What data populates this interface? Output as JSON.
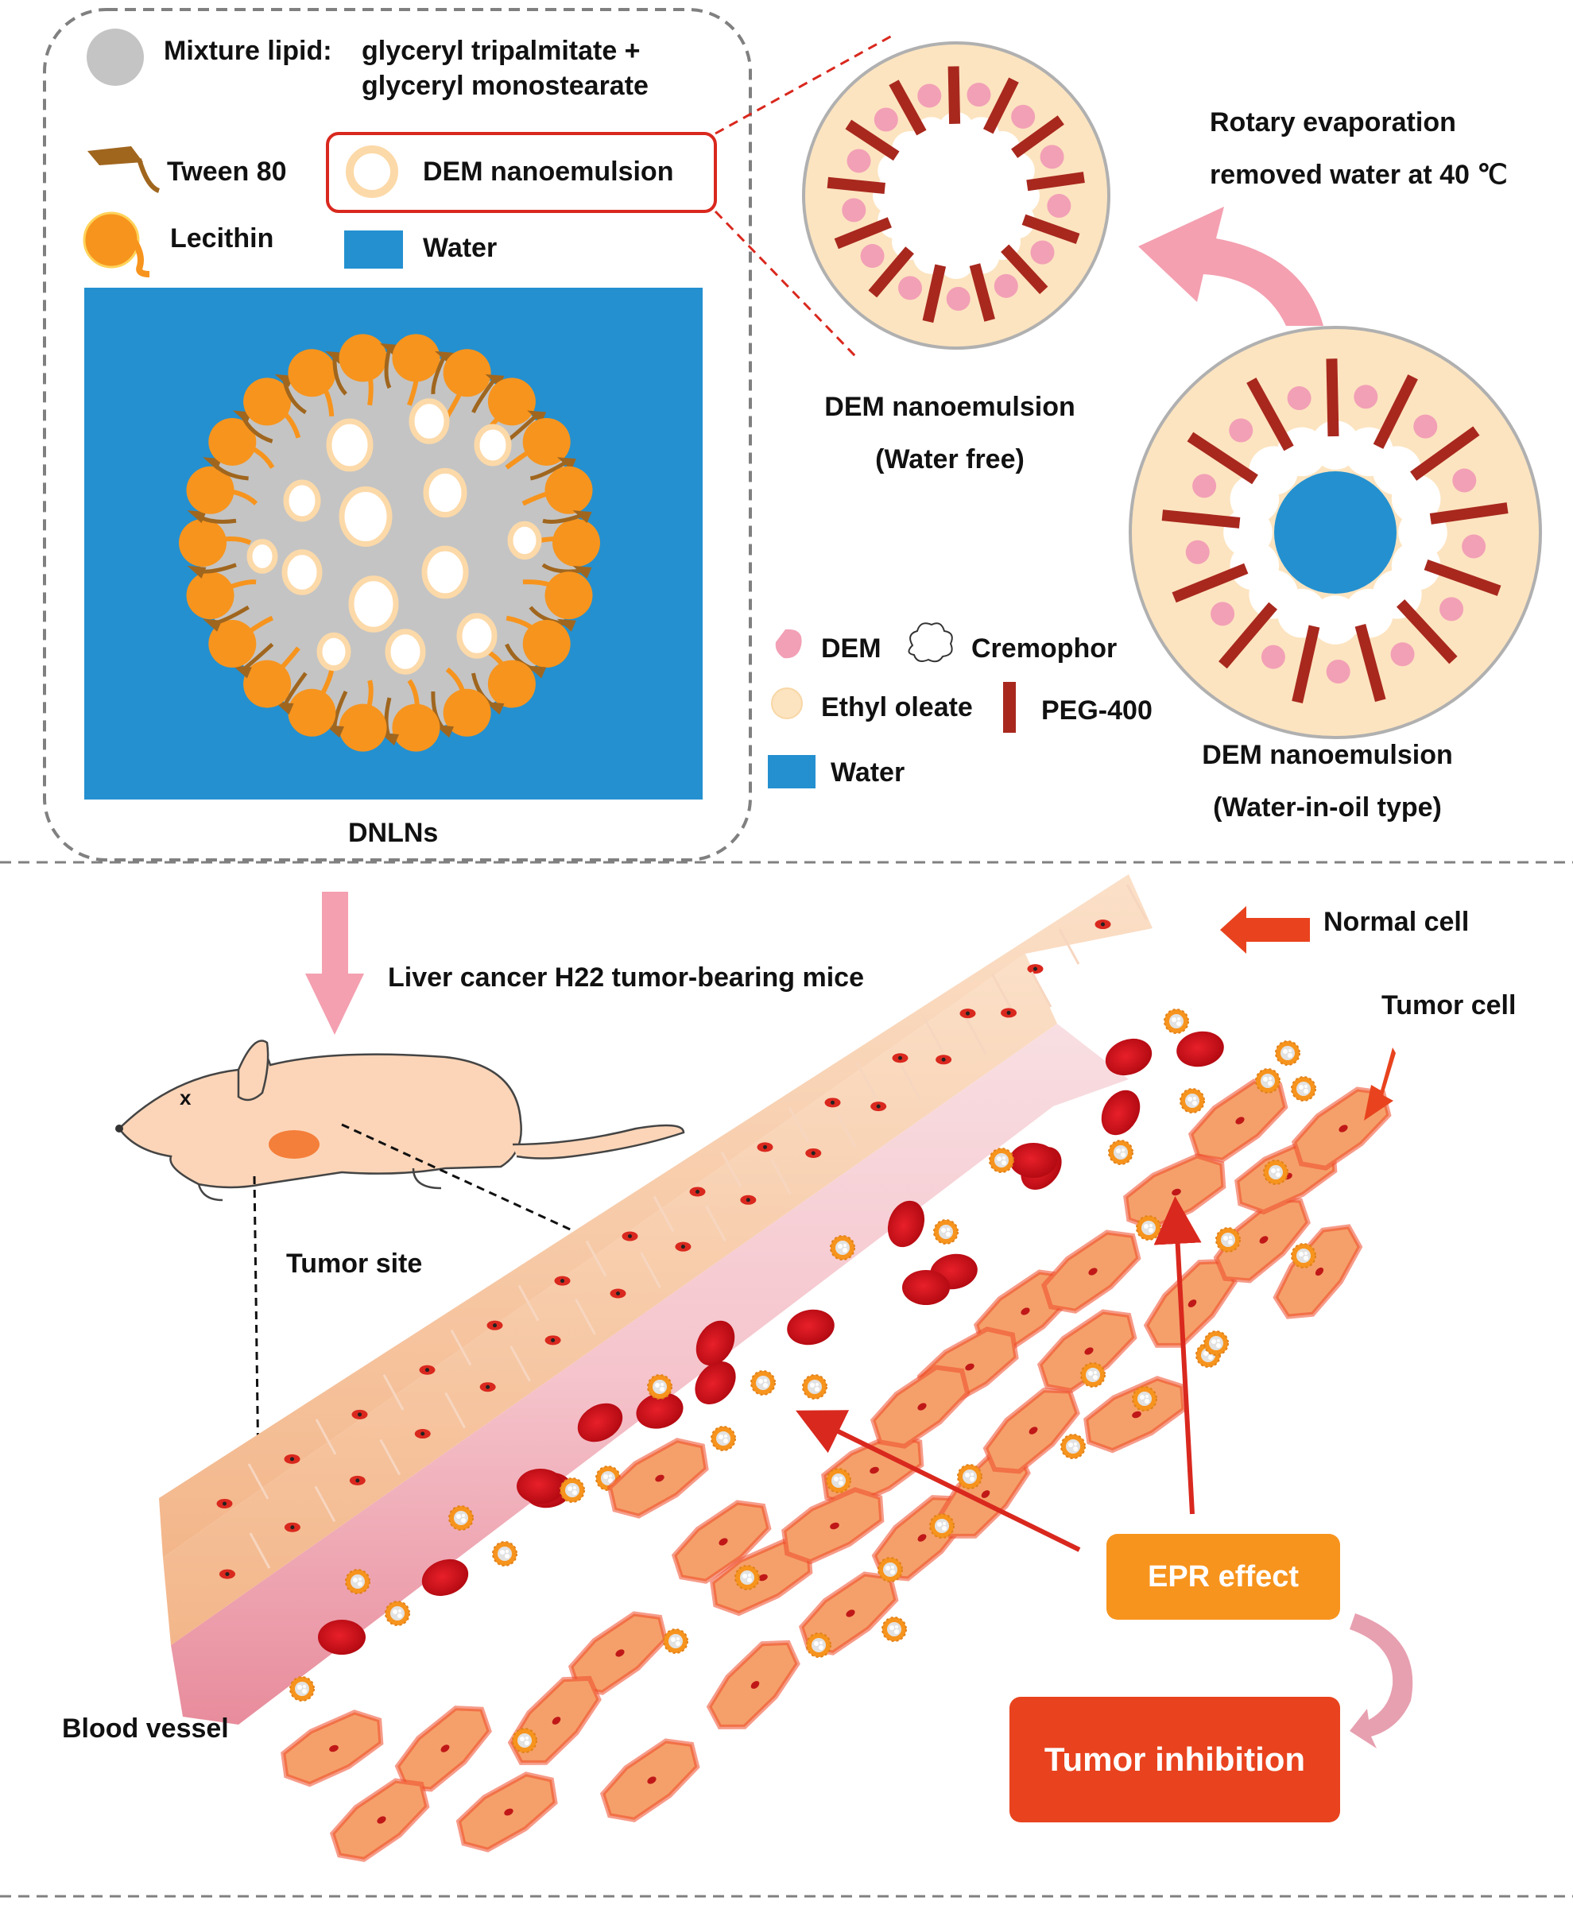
{
  "legend_top": {
    "mixture_lipid_label": "Mixture lipid:",
    "mixture_lipid_line1": "glyceryl tripalmitate +",
    "mixture_lipid_line2": "glyceryl   monostearate",
    "tween": "Tween 80",
    "lecithin": "Lecithin",
    "dem_nanoemulsion": "DEM nanoemulsion",
    "water": "Water"
  },
  "dnlns_label": "DNLNs",
  "rotary": {
    "line1": "Rotary evaporation",
    "line2": "removed water at 40 ℃"
  },
  "water_free": {
    "line1": "DEM nanoemulsion",
    "line2": "(Water free)"
  },
  "water_in_oil": {
    "line1": "DEM nanoemulsion",
    "line2": "(Water-in-oil type)"
  },
  "legend_mid": {
    "dem": "DEM",
    "cremophor": "Cremophor",
    "ethyl_oleate": "Ethyl oleate",
    "peg": "PEG-400",
    "water": "Water"
  },
  "bottom": {
    "mice": "Liver cancer H22 tumor-bearing mice",
    "tumor_site": "Tumor site",
    "normal_cell": "Normal cell",
    "tumor_cell": "Tumor cell",
    "blood_vessel": "Blood vessel",
    "epr": "EPR effect",
    "inhibition": "Tumor inhibition"
  },
  "colors": {
    "water_blue": "#2490d0",
    "lipid_gray": "#c4c4c4",
    "lecithin_orange": "#f7941d",
    "tween_brown": "#a0661e",
    "oil_beige": "#fce4c0",
    "dem_pink": "#f2a0b6",
    "peg_red": "#a8281e",
    "frame_red": "#d9281e",
    "arrow_pink": "#f4a0b0",
    "epr_orange": "#f7941d",
    "inhibition_red": "#e8431e",
    "rbc_red": "#d40f18",
    "vessel_pink": "#f7c9cf",
    "tumor_cell_orange": "#f5a06a"
  }
}
